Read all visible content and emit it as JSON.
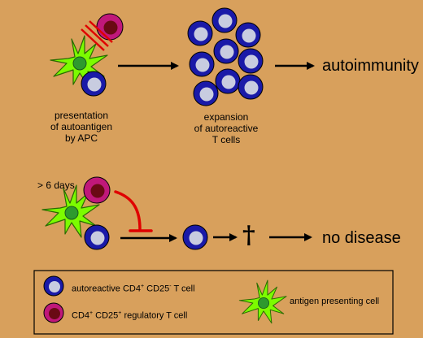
{
  "top_row": {
    "presentation_label": "presentation\nof autoantigen\nby APC",
    "expansion_label": "expansion\nof autoreactive\nT cells",
    "outcome_label": "autoimmunity"
  },
  "bottom_row": {
    "time_label": "> 6 days",
    "outcome_label": "no disease",
    "death_symbol": "†"
  },
  "legend": {
    "autoreactive": {
      "prefix": "autoreactive CD4",
      "sup1": "+",
      "mid": " CD25",
      "sup2": "-",
      "suffix": " T cell"
    },
    "regulatory": {
      "prefix": "CD4",
      "sup1": "+",
      "mid": " CD25",
      "sup2": "+",
      "suffix": " regulatory T cell"
    },
    "apc_label": "antigen presenting cell"
  },
  "colors": {
    "background": "#d8a05c",
    "t_cell_outer": "#1a1aa8",
    "t_cell_inner": "#c8cce0",
    "treg_outer": "#c0187a",
    "treg_inner": "#6a0a14",
    "apc_body": "#7cfc00",
    "apc_nucleus": "#2e9a2e",
    "inhibition": "#e00000"
  },
  "icons": [
    "t-cell-icon",
    "regulatory-t-cell-icon",
    "apc-icon",
    "arrow-icon",
    "inhibition-icon",
    "cross-icon"
  ]
}
